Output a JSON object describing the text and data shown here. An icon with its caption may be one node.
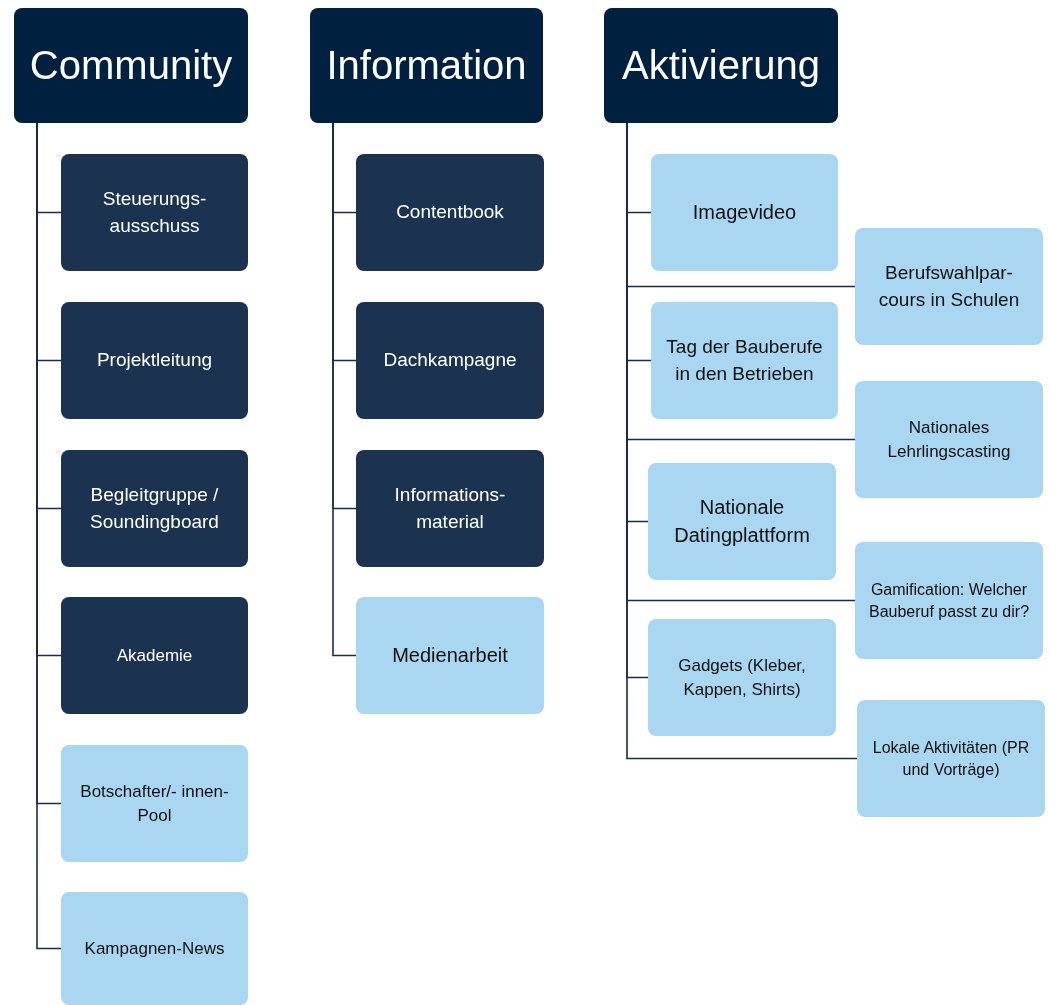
{
  "diagram": {
    "nodes": [
      {
        "text": [
          "Community"
        ]
      },
      {
        "text": [
          "Steuerungs- ausschuss"
        ]
      },
      {
        "text": [
          "Projektleitung"
        ]
      },
      {
        "text": [
          "Begleitgruppe / Soundingboard"
        ]
      },
      {
        "text": [
          "Akademie"
        ]
      },
      {
        "text": [
          "Botschafter/- innen-Pool"
        ]
      },
      {
        "text": [
          "Kampagnen-News"
        ]
      },
      {
        "text": [
          "Information"
        ]
      },
      {
        "text": [
          "Contentbook"
        ]
      },
      {
        "text": [
          "Dachkampagne"
        ]
      },
      {
        "text": [
          "Informations- material"
        ]
      },
      {
        "text": [
          "Medienarbeit"
        ]
      },
      {
        "text": [
          "Aktivierung"
        ]
      },
      {
        "text": [
          "Imagevideo"
        ]
      },
      {
        "text": [
          "Berufswahlpar- cours in Schulen"
        ]
      },
      {
        "text": [
          "Tag der Bauberufe in den Betrieben"
        ]
      },
      {
        "text": [
          "Nationales Lehrlingscasting"
        ]
      },
      {
        "text": [
          "Nationale Datingplattform"
        ]
      },
      {
        "text": [
          "Gamification: Welcher Bauberuf passt zu dir?"
        ]
      },
      {
        "text": [
          "Gadgets (Kleber, Kappen, Shirts)"
        ]
      },
      {
        "text": [
          "Lokale Aktivitäten (PR und Vorträge)"
        ]
      }
    ],
    "edges": [
      {
        "from": 0,
        "to": 1,
        "arrow": "none"
      },
      {
        "from": 0,
        "to": 2,
        "arrow": "none"
      },
      {
        "from": 0,
        "to": 3,
        "arrow": "none"
      },
      {
        "from": 0,
        "to": 4,
        "arrow": "none"
      },
      {
        "from": 0,
        "to": 5,
        "arrow": "none"
      },
      {
        "from": 0,
        "to": 6,
        "arrow": "none"
      },
      {
        "from": 7,
        "to": 8,
        "arrow": "none"
      },
      {
        "from": 7,
        "to": 9,
        "arrow": "none"
      },
      {
        "from": 7,
        "to": 10,
        "arrow": "none"
      },
      {
        "from": 7,
        "to": 11,
        "arrow": "none"
      },
      {
        "from": 12,
        "to": 13,
        "arrow": "none"
      },
      {
        "from": 12,
        "to": 14,
        "arrow": "none"
      },
      {
        "from": 12,
        "to": 15,
        "arrow": "none"
      },
      {
        "from": 12,
        "to": 16,
        "arrow": "none"
      },
      {
        "from": 12,
        "to": 17,
        "arrow": "none"
      },
      {
        "from": 12,
        "to": 18,
        "arrow": "none"
      },
      {
        "from": 12,
        "to": 19,
        "arrow": "none"
      },
      {
        "from": 12,
        "to": 20,
        "arrow": "none"
      }
    ]
  }
}
